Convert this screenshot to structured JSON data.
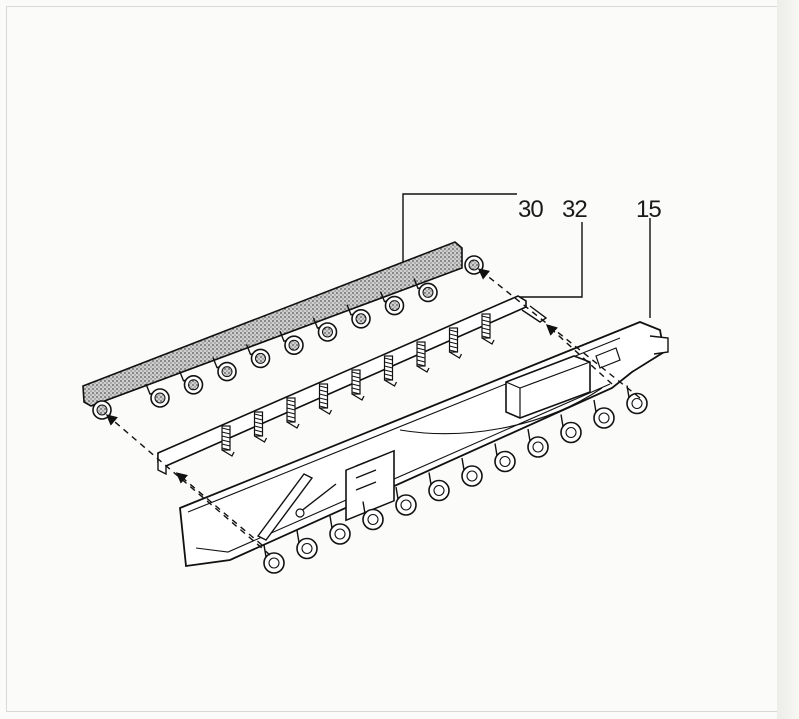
{
  "diagram": {
    "callouts": {
      "part_a": "30",
      "part_b": "32",
      "part_c": "15"
    }
  }
}
